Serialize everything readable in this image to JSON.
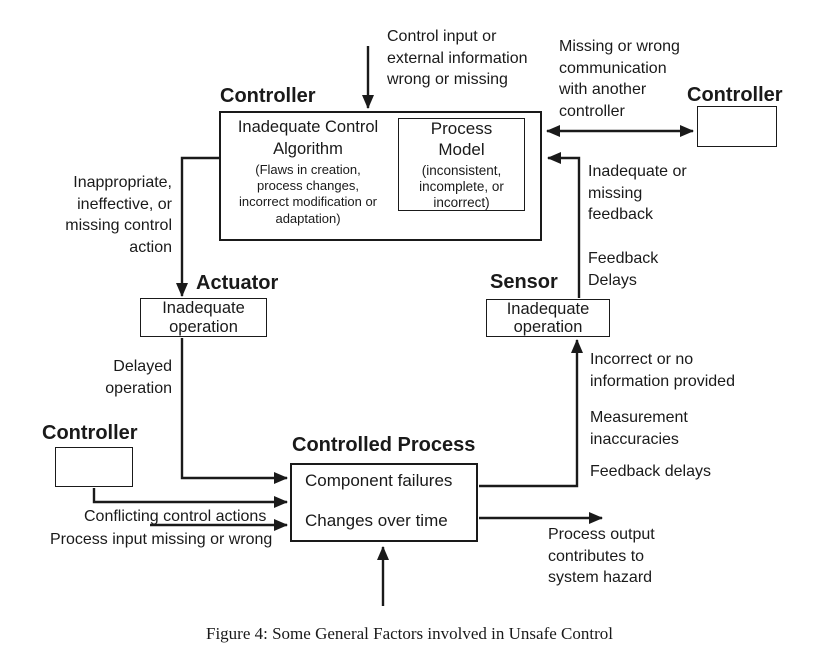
{
  "colors": {
    "ink": "#1a1a1a",
    "background": "#ffffff"
  },
  "caption": "Figure 4: Some General Factors involved in Unsafe Control",
  "nodes": {
    "controller_main": {
      "label": "Controller",
      "algorithm": {
        "title": "Inadequate Control\nAlgorithm",
        "detail": "(Flaws in creation,\nprocess changes,\nincorrect modification or\nadaptation)"
      },
      "process_model": {
        "title": "Process\nModel",
        "detail": "(inconsistent,\nincomplete, or\nincorrect)"
      }
    },
    "peer_controller": {
      "label": "Controller"
    },
    "other_controller": {
      "label": "Controller"
    },
    "actuator": {
      "label": "Actuator",
      "content": "Inadequate operation"
    },
    "sensor": {
      "label": "Sensor",
      "content": "Inadequate operation"
    },
    "controlled_process": {
      "label": "Controlled Process",
      "rows": [
        "Component failures",
        "Changes over time"
      ]
    }
  },
  "annotations": {
    "control_input": "Control input or\nexternal information\nwrong or missing",
    "missing_communication": "Missing or wrong\ncommunication\nwith another\ncontroller",
    "inadequate_feedback": "Inadequate or\nmissing\nfeedback",
    "feedback_delays_upper": "Feedback\nDelays",
    "inappropriate_action": "Inappropriate,\nineffective, or\nmissing control\naction",
    "delayed_operation": "Delayed\noperation",
    "conflicting_actions": "Conflicting control actions",
    "process_input": "Process input missing or wrong",
    "incorrect_information": "Incorrect or no\ninformation provided",
    "measurement_inaccuracies": "Measurement\ninaccuracies",
    "feedback_delays_lower": "Feedback delays",
    "process_output": "Process output\ncontributes to\nsystem hazard"
  }
}
